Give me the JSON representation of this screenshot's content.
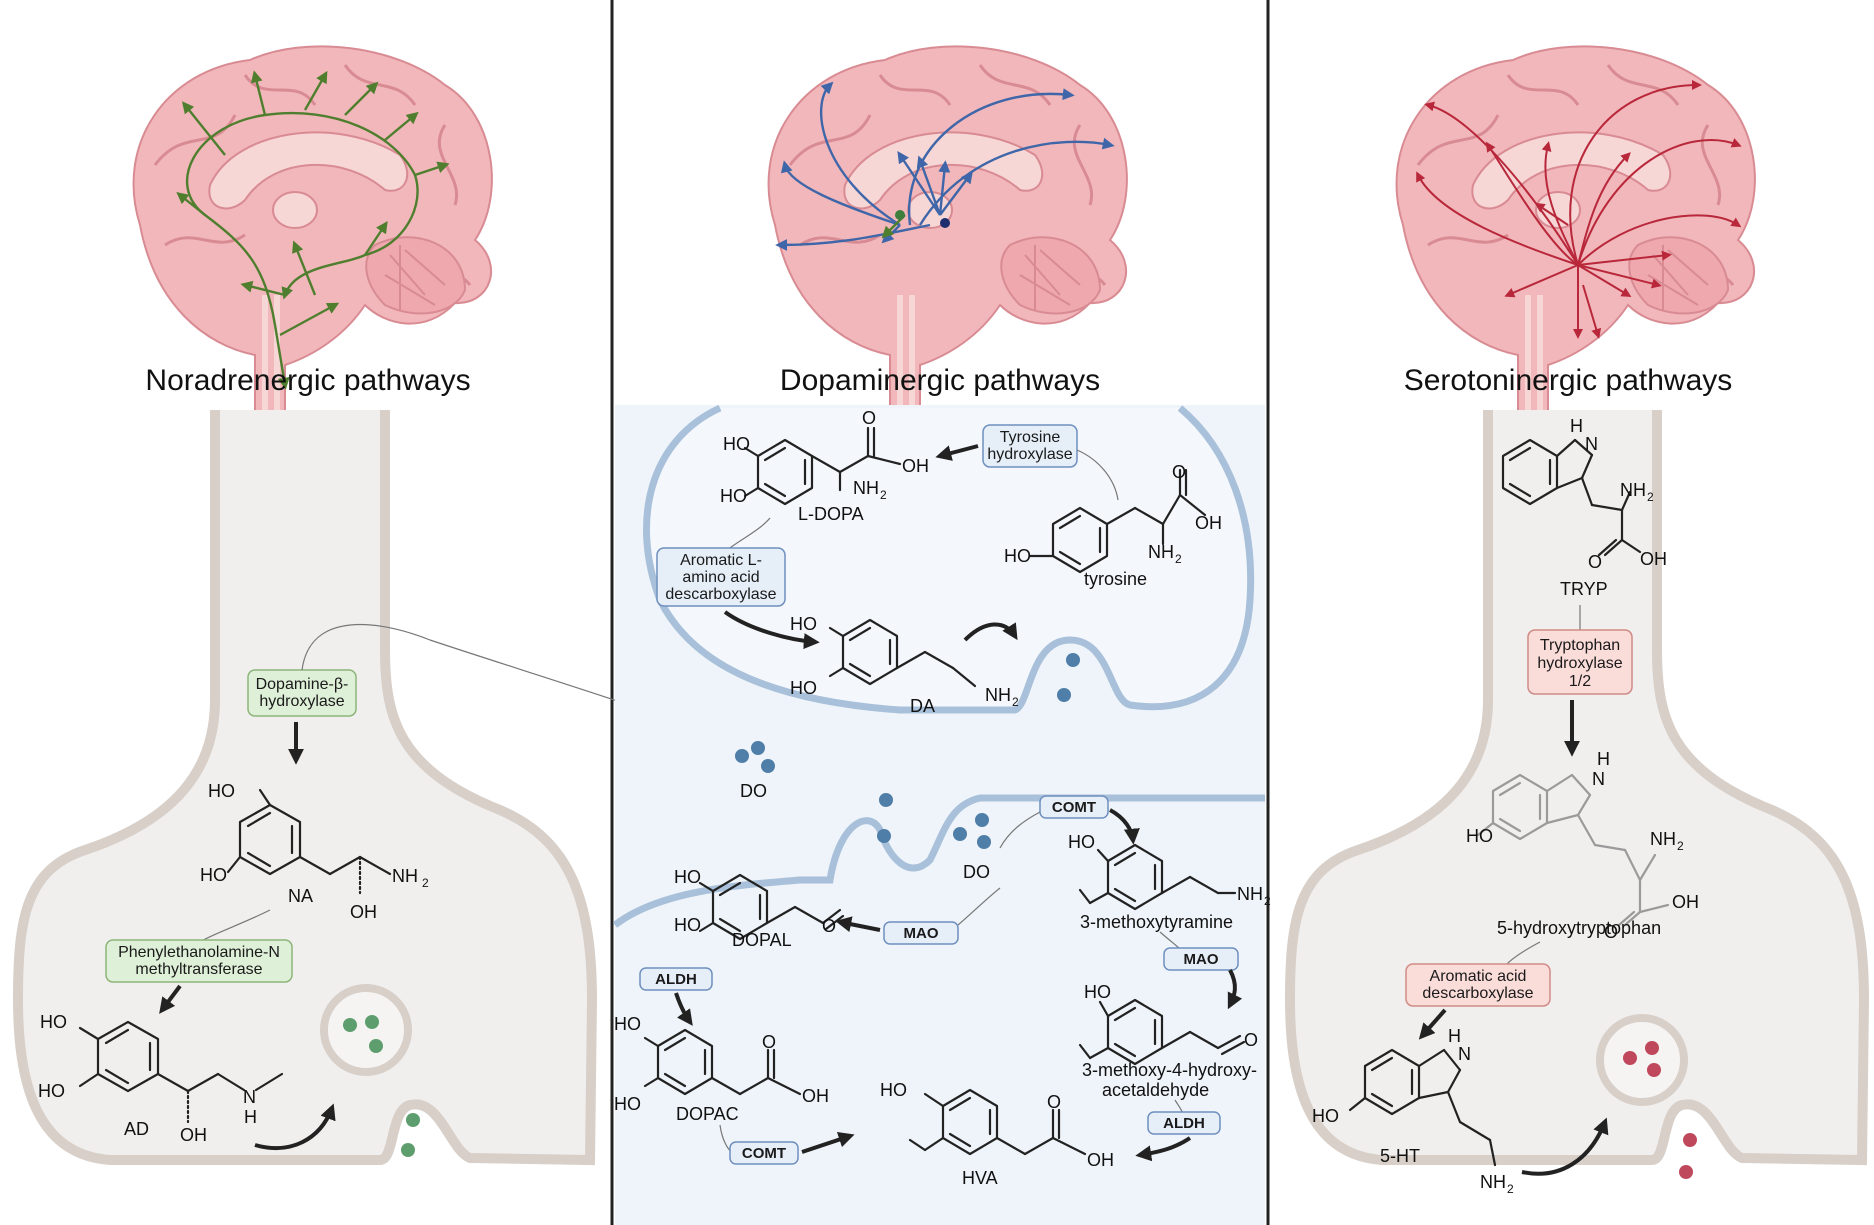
{
  "panels": {
    "noradrenergic": {
      "title": "Noradrenergic pathways",
      "enzyme1": [
        "Dopamine-β-",
        "hydroxylase"
      ],
      "enzyme2": [
        "Phenylethanolamine-N",
        "methyltransferase"
      ],
      "na_label": "NA",
      "ad_label": "AD",
      "ho": "HO",
      "oh": "OH",
      "nh2": "NH",
      "h": "H",
      "n": "N",
      "sub2": "2"
    },
    "dopaminergic": {
      "title": "Dopaminergic pathways",
      "tyrosine_hydroxylase": [
        "Tyrosine",
        "hydroxylase"
      ],
      "aadc": [
        "Aromatic L-",
        "amino acid",
        "descarboxylase"
      ],
      "ldopa": "L-DOPA",
      "tyrosine": "tyrosine",
      "da": "DA",
      "do": "DO",
      "comt": "COMT",
      "mao": "MAO",
      "aldh": "ALDH",
      "dopal": "DOPAL",
      "dopac": "DOPAC",
      "hva": "HVA",
      "methoxytyramine": "3-methoxytyramine",
      "mhpa": [
        "3-methoxy-4-hydroxy-",
        "acetaldehyde"
      ],
      "ho": "HO",
      "oh": "OH",
      "o": "O",
      "nh2": "NH",
      "sub2": "2"
    },
    "serotoninergic": {
      "title": "Serotoninergic pathways",
      "tph": [
        "Tryptophan",
        "hydroxylase",
        "1/2"
      ],
      "aadc": [
        "Aromatic acid",
        "descarboxylase"
      ],
      "tryp": "TRYP",
      "htp": "5-hydroxytryptophan",
      "ht": "5-HT",
      "ho": "HO",
      "oh": "OH",
      "o": "O",
      "h": "H",
      "n": "N",
      "nh2": "NH",
      "sub2": "2"
    }
  },
  "colors": {
    "noradrenergic_fiber": "#4f7f2e",
    "dopaminergic_fiber": "#3f66a8",
    "serotoninergic_fiber": "#b8283a",
    "brain_fill": "#f2b7bb",
    "neuron_fill": "#f1efee",
    "neuron_stroke": "#d7cfc8",
    "synapse_fill": "#eef4f9",
    "synapse_stroke": "#a9c0da",
    "green_box": "#dff0d8",
    "blue_box": "#e6eef8",
    "red_box": "#fadcd9",
    "green_vesicle": "#5e9e6e",
    "blue_vesicle": "#4f7ea8",
    "red_vesicle": "#c0485c"
  }
}
